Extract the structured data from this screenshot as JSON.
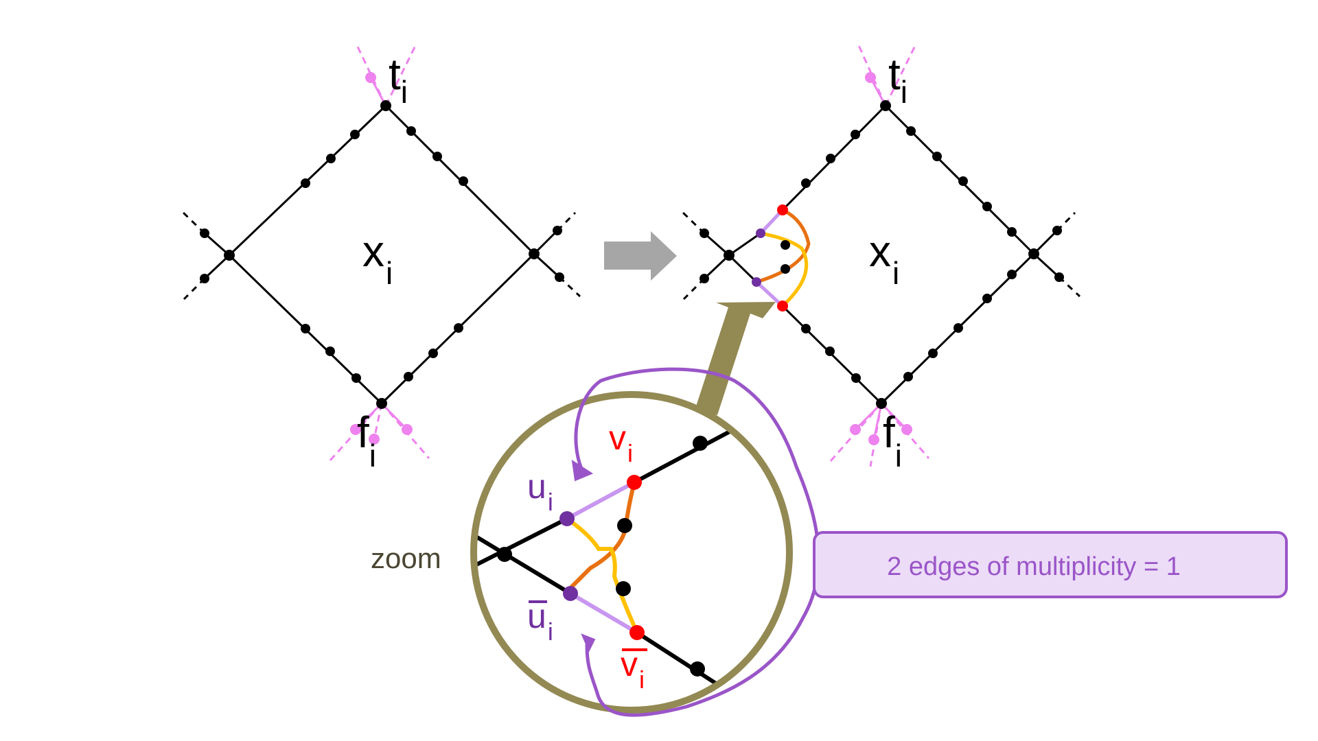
{
  "colors": {
    "edge": "#000000",
    "vertex": "#000000",
    "pink": "#ee82ee",
    "purple": "#7030a0",
    "lilac": "#c896f0",
    "red": "#ff0000",
    "orange": "#e87010",
    "yellow": "#ffc000",
    "arrow_gray": "#a6a6a6",
    "olive": "#938953",
    "annotation_purple": "#9a55c8",
    "callout_fill": "#ecdcf8",
    "callout_text": "#9a55c8",
    "zoom_text": "#4a4632"
  },
  "left_diagram": {
    "center_label": {
      "main": "x",
      "sub": "i"
    },
    "top_label": {
      "main": "t",
      "sub": "i"
    },
    "bottom_label": {
      "main": "f",
      "sub": "i"
    }
  },
  "right_diagram": {
    "center_label": {
      "main": "x",
      "sub": "i"
    },
    "top_label": {
      "main": "t",
      "sub": "i"
    },
    "bottom_label": {
      "main": "f",
      "sub": "i"
    }
  },
  "transform_arrow": {
    "icon": "right-arrow-icon"
  },
  "zoom": {
    "label": "zoom",
    "u_label": {
      "main": "u",
      "sub": "i"
    },
    "v_label": {
      "main": "v",
      "sub": "i"
    },
    "ubar_label": {
      "main": "u",
      "sub": "i"
    },
    "vbar_label": {
      "main": "v",
      "sub": "i"
    }
  },
  "callout": {
    "text": "2 edges of multiplicity = 1"
  }
}
